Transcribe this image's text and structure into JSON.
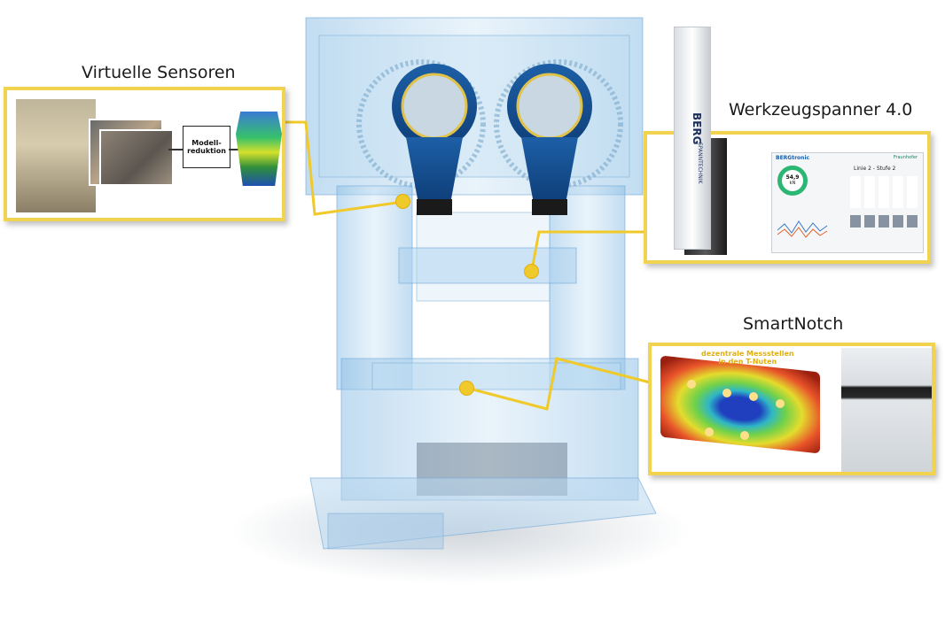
{
  "labels": {
    "virtual_sensors": "Virtuelle Sensoren",
    "tool_clamp": "Werkzeugspanner 4.0",
    "smartnotch": "SmartNotch"
  },
  "virtual_sensors_panel": {
    "block_label": "Modell-\nreduktion"
  },
  "tool_clamp_panel": {
    "brand_vertical": "BERG",
    "brand_vertical_sub": "SPANNTECHNIK",
    "hmi_logo": "BERGtronic",
    "hmi_partner": "Fraunhofer",
    "hmi_gauge_value": "54,9",
    "hmi_gauge_unit": "kN",
    "hmi_title": "Linie 2 - Stufe 2"
  },
  "smartnotch_panel": {
    "annotation": "dezentrale Messstellen\nin den T-Nuten"
  },
  "colors": {
    "accent": "#f2d34f",
    "marker": "#f0c92a",
    "machine": "#9fc8e8"
  }
}
